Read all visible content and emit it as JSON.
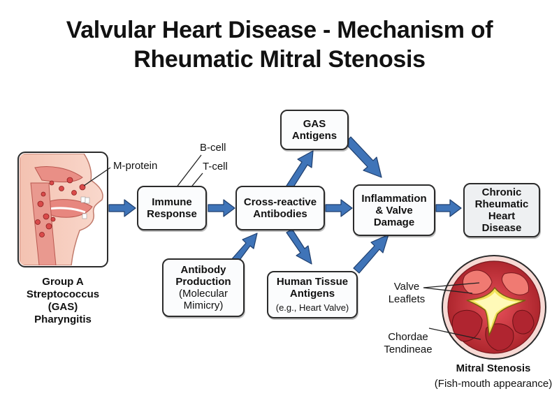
{
  "title": {
    "line1": "Valvular Heart Disease - Mechanism of",
    "line2": "Rheumatic Mitral Stenosis"
  },
  "pharynx": {
    "label_mprotein": "M-protein",
    "caption": [
      "Group A",
      "Streptococcus",
      "(GAS)",
      "Pharyngitis"
    ]
  },
  "cell_labels": {
    "b_cell": "B-cell",
    "t_cell": "T-cell"
  },
  "boxes": {
    "immune_response": [
      "Immune",
      "Response"
    ],
    "cross_reactive": [
      "Cross-reactive",
      "Antibodies"
    ],
    "gas_antigens": [
      "GAS",
      "Antigens"
    ],
    "antibody_production": {
      "bold": [
        "Antibody",
        "Production"
      ],
      "normal": [
        "(Molecular",
        "Mimicry)"
      ]
    },
    "human_tissue": {
      "bold": [
        "Human Tissue",
        "Antigens"
      ],
      "normal": "(e.g., Heart Valve)"
    },
    "inflammation": [
      "Inflammation",
      "& Valve",
      "Damage"
    ],
    "chronic": [
      "Chronic",
      "Rheumatic",
      "Heart",
      "Disease"
    ]
  },
  "valve": {
    "label_leaflets": [
      "Valve",
      "Leaflets"
    ],
    "label_chordae": [
      "Chordae",
      "Tendineae"
    ],
    "caption_title": "Mitral Stenosis",
    "caption_sub": "(Fish-mouth appearance)"
  },
  "colors": {
    "arrow": "#3f74b8",
    "arrow_stroke": "#1f3f6e",
    "tissue": "#f6c9b8",
    "valve_red": "#c8343a",
    "leaflet_yellow": "#f3e35a"
  }
}
